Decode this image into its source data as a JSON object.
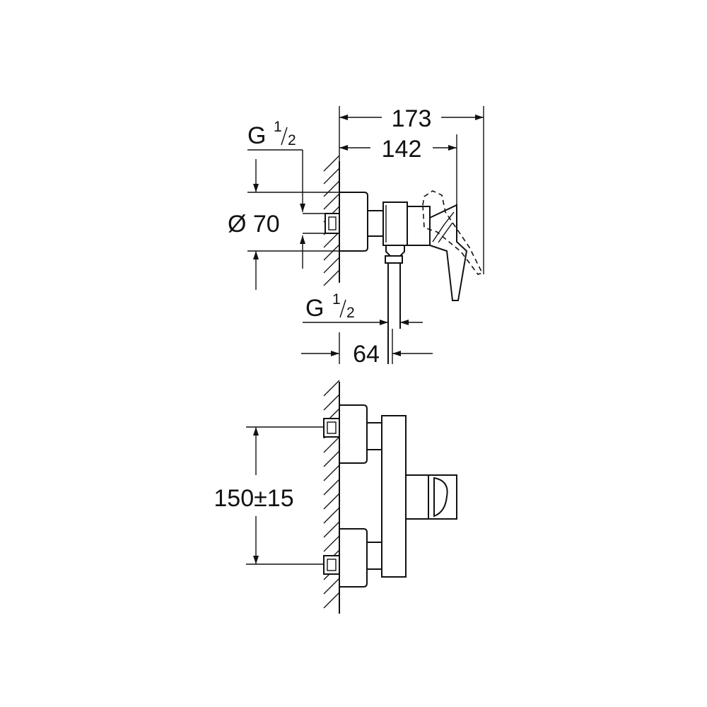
{
  "top_view": {
    "dim_overall": "173",
    "dim_body": "142",
    "thread_inlet": {
      "base": "G",
      "num": "1",
      "den": "2"
    },
    "dim_diameter": "Ø 70",
    "thread_outlet": {
      "base": "G",
      "num": "1",
      "den": "2"
    },
    "dim_outlet": "64"
  },
  "front_view": {
    "dim_spacing": "150±15"
  }
}
